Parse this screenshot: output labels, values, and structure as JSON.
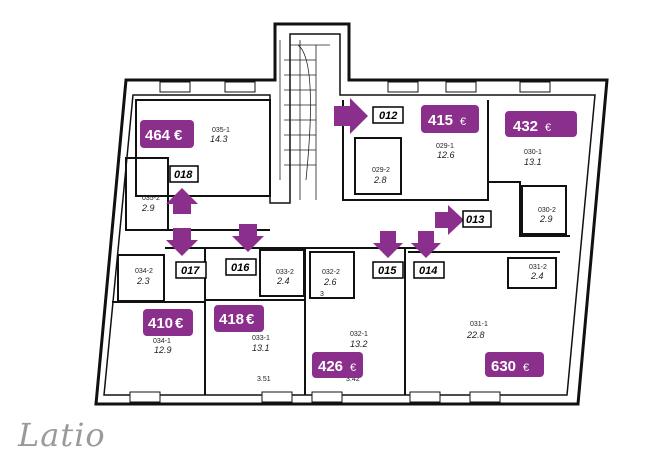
{
  "logo": {
    "text": "Latio"
  },
  "colors": {
    "accent": "#8a2f8c",
    "wall": "#111111"
  },
  "rooms": [
    {
      "id": "035-1",
      "code": "035-1",
      "area": "14.3"
    },
    {
      "id": "035-2",
      "code": "035-2",
      "area": "2.9"
    },
    {
      "id": "029-1",
      "code": "029-1",
      "area": "12.6"
    },
    {
      "id": "029-2",
      "code": "029-2",
      "area": "2.8"
    },
    {
      "id": "030-1",
      "code": "030-1",
      "area": "13.1"
    },
    {
      "id": "030-2",
      "code": "030-2",
      "area": "2.9"
    },
    {
      "id": "034-2",
      "code": "034-2",
      "area": "2.3"
    },
    {
      "id": "034-1",
      "code": "034-1",
      "area": "12.9"
    },
    {
      "id": "033-2",
      "code": "033-2",
      "area": "2.4"
    },
    {
      "id": "033-1",
      "code": "033-1",
      "area": "13.1"
    },
    {
      "id": "032-2",
      "code": "032-2",
      "area": "2.6"
    },
    {
      "id": "032-1",
      "code": "032-1",
      "area": "13.2"
    },
    {
      "id": "031-2",
      "code": "031-2",
      "area": "2.4"
    },
    {
      "id": "031-1",
      "code": "031-1",
      "area": "22.8"
    }
  ],
  "unit_labels": [
    {
      "id": "012",
      "text": "012"
    },
    {
      "id": "013",
      "text": "013"
    },
    {
      "id": "014",
      "text": "014"
    },
    {
      "id": "015",
      "text": "015"
    },
    {
      "id": "016",
      "text": "016"
    },
    {
      "id": "017",
      "text": "017"
    },
    {
      "id": "018",
      "text": "018"
    }
  ],
  "prices": [
    {
      "id": "464",
      "amount": "464",
      "currency": "€"
    },
    {
      "id": "415",
      "amount": "415",
      "currency": "€"
    },
    {
      "id": "432",
      "amount": "432",
      "currency": "€"
    },
    {
      "id": "410",
      "amount": "410",
      "currency": "€"
    },
    {
      "id": "418",
      "amount": "418",
      "currency": "€"
    },
    {
      "id": "426",
      "amount": "426",
      "currency": "€"
    },
    {
      "id": "630",
      "amount": "630",
      "currency": "€"
    }
  ],
  "dimensions": [
    {
      "id": "d1",
      "text": "3.51"
    },
    {
      "id": "d2",
      "text": "3.42"
    },
    {
      "id": "d3",
      "text": "3"
    }
  ]
}
